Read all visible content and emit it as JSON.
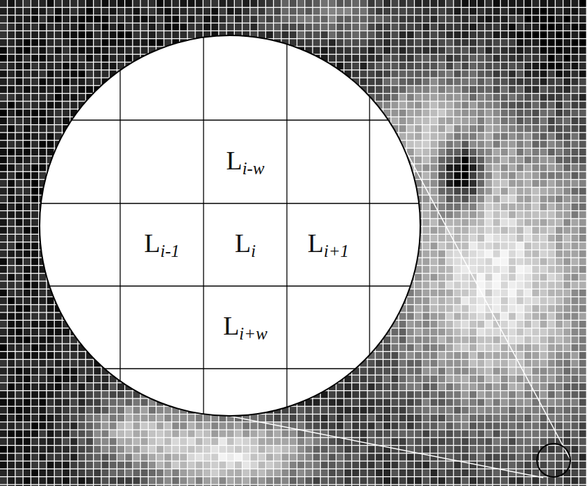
{
  "diagram": {
    "nodes": [
      {
        "text": [
          "Li-w"
        ]
      },
      {
        "text": [
          "Li-1"
        ]
      },
      {
        "text": [
          "Li"
        ]
      },
      {
        "text": [
          "Li+1"
        ]
      },
      {
        "text": [
          "Li+w"
        ]
      }
    ]
  }
}
